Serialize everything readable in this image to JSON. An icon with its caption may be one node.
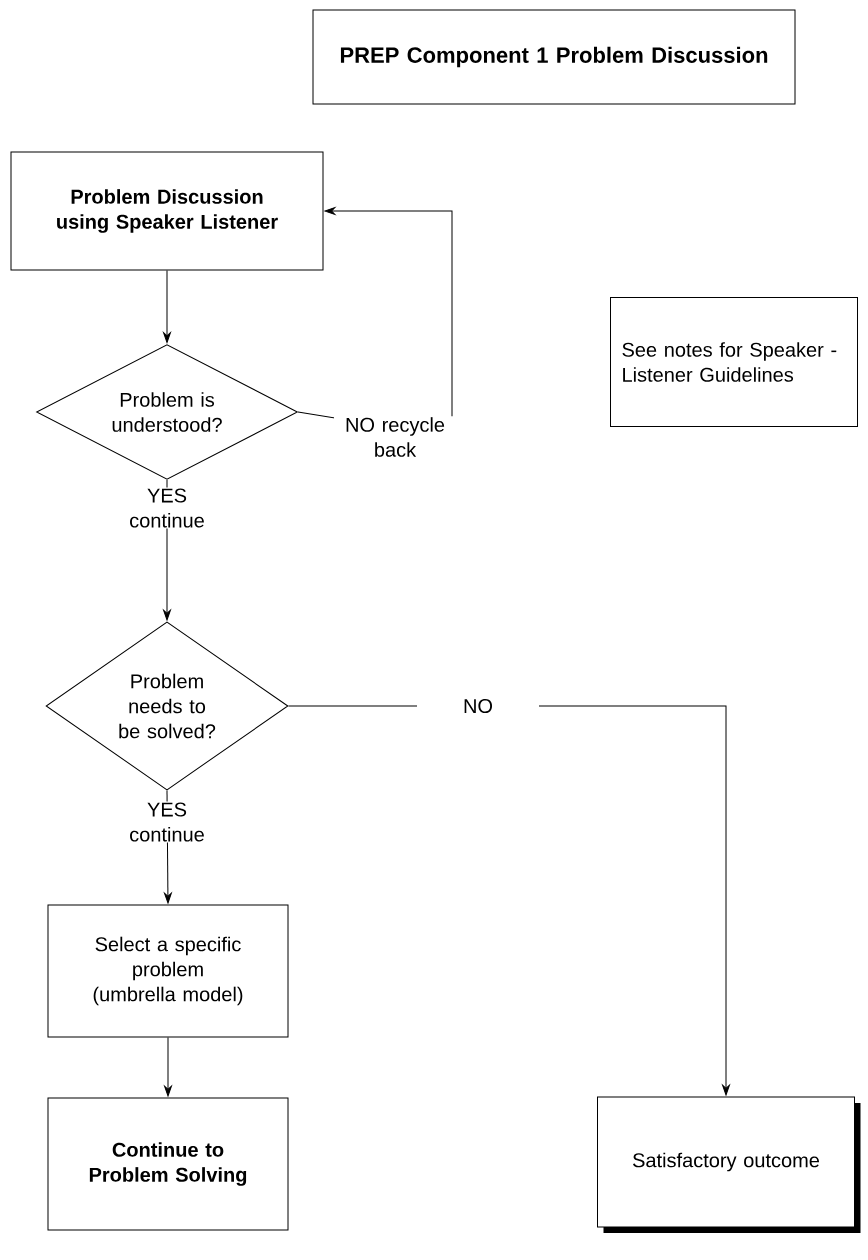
{
  "diagram": {
    "title": "PREP Component 1 Problem Discussion",
    "nodes": [
      {
        "text": [
          "Problem Discussion using Speaker Listener"
        ]
      },
      {
        "text": [
          "Problem is understood?"
        ]
      },
      {
        "text": [
          "Problem needs to be solved?"
        ]
      },
      {
        "text": [
          "Select a specific problem (umbrella model)"
        ]
      },
      {
        "text": [
          "Continue to Problem Solving"
        ]
      },
      {
        "text": [
          "Satisfactory outcome"
        ]
      },
      {
        "text": [
          "See notes for Speaker - Listener Guidelines"
        ]
      }
    ],
    "edges": [
      {
        "from": 0,
        "to": 1,
        "arrow": "to"
      },
      {
        "from": 1,
        "to": 0,
        "arrow": "to",
        "label": "NO recycle back"
      },
      {
        "from": 1,
        "to": 2,
        "arrow": "to",
        "label": "YES continue"
      },
      {
        "from": 2,
        "to": 5,
        "arrow": "to",
        "label": "NO"
      },
      {
        "from": 2,
        "to": 3,
        "arrow": "to",
        "label": "YES continue"
      },
      {
        "from": 3,
        "to": 4,
        "arrow": "to"
      }
    ]
  }
}
